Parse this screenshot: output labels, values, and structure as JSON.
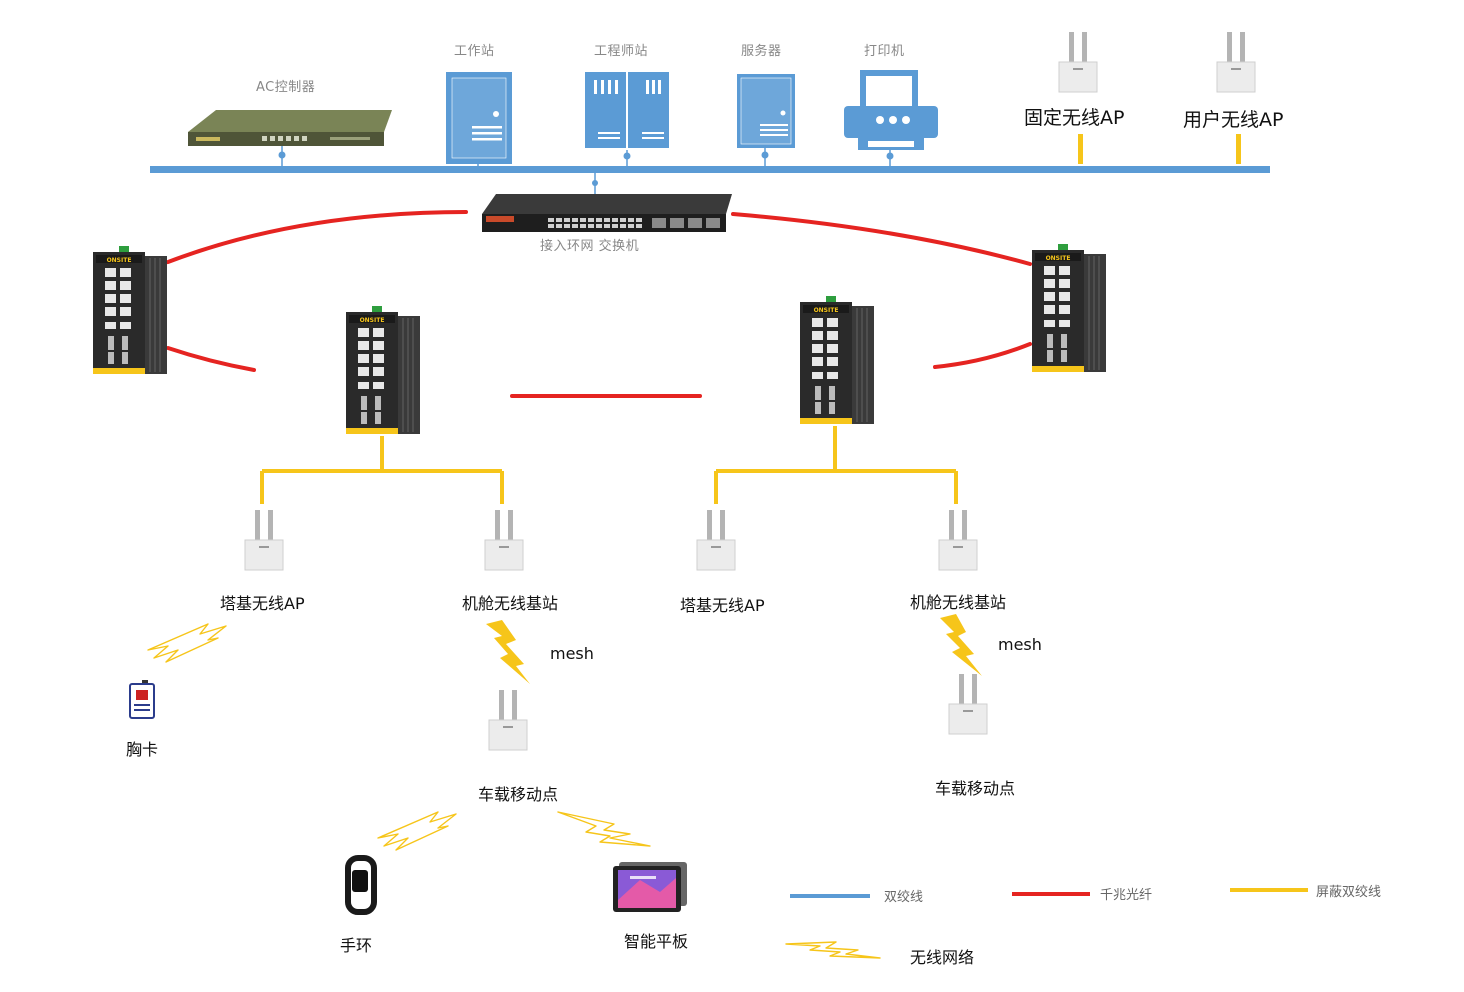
{
  "top_row": {
    "ac_controller": "AC控制器",
    "workstation": "工作站",
    "engineer_station": "工程师站",
    "server": "服务器",
    "printer": "打印机",
    "fixed_ap": "固定无线AP",
    "user_ap": "用户无线AP"
  },
  "ring": {
    "access_switch": "接入环网  交换机"
  },
  "left_branch": {
    "tower_ap": "塔基无线AP",
    "nacelle_station": "机舱无线基站",
    "mesh": "mesh",
    "vehicle_point": "车载移动点",
    "badge": "胸卡",
    "wristband": "手环",
    "tablet": "智能平板"
  },
  "right_branch": {
    "tower_ap": "塔基无线AP",
    "nacelle_station": "机舱无线基站",
    "mesh": "mesh",
    "vehicle_point": "车载移动点"
  },
  "legend": {
    "twisted_pair": "双绞线",
    "gigabit_fiber": "千兆光纤",
    "shielded_twisted_pair": "屏蔽双绞线",
    "wireless_network": "无线网络"
  },
  "device_brand": "ONSITE",
  "colors": {
    "bus": "#5b9bd5",
    "fiber": "#e52421",
    "shielded": "#f6c51a",
    "wireless": "#f6c51a",
    "device_blue": "#5b9bd5"
  }
}
